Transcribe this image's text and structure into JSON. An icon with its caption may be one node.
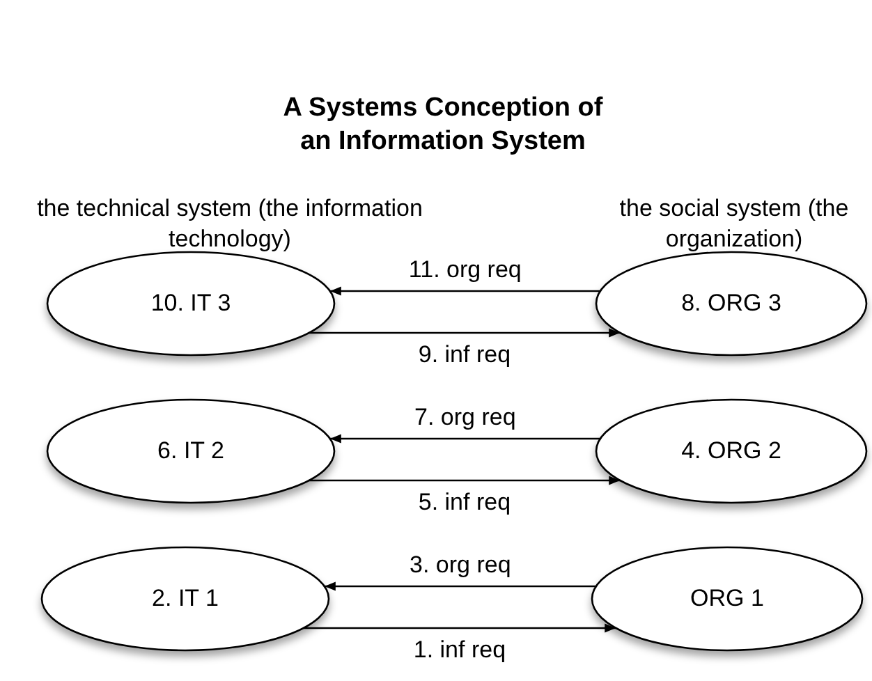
{
  "diagram": {
    "title": "A Systems Conception of an Information System",
    "nodes": [
      {
        "text": [
          "10. IT 3"
        ]
      },
      {
        "text": [
          "8. ORG 3"
        ]
      },
      {
        "text": [
          "6. IT 2"
        ]
      },
      {
        "text": [
          "4. ORG 2"
        ]
      },
      {
        "text": [
          "2. IT 1"
        ]
      },
      {
        "text": [
          "ORG 1"
        ]
      }
    ],
    "edges": [
      {
        "from": 1,
        "to": 0,
        "arrow": "to",
        "label": "11. org req"
      },
      {
        "from": 0,
        "to": 1,
        "arrow": "to",
        "label": "9. inf req"
      },
      {
        "from": 3,
        "to": 2,
        "arrow": "to",
        "label": "7. org req"
      },
      {
        "from": 2,
        "to": 3,
        "arrow": "to",
        "label": "5. inf req"
      },
      {
        "from": 5,
        "to": 4,
        "arrow": "to",
        "label": "3. org req"
      },
      {
        "from": 4,
        "to": 5,
        "arrow": "to",
        "label": "1. inf req"
      }
    ],
    "labels": [
      "the technical system (the information technology)",
      "the social system (the organization)"
    ]
  }
}
